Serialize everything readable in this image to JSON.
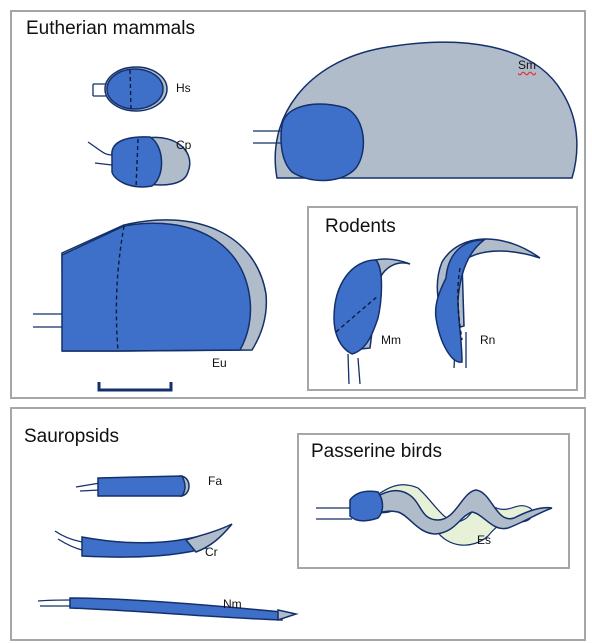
{
  "panels": {
    "eutherian": {
      "title": "Eutherian mammals"
    },
    "rodents": {
      "title": "Rodents"
    },
    "sauropsids": {
      "title": "Sauropsids"
    },
    "passerine": {
      "title": "Passerine birds"
    }
  },
  "species": {
    "hs": "Hs",
    "cp": "Cp",
    "sm": "Sm",
    "eu": "Eu",
    "mm": "Mm",
    "rn": "Rn",
    "fa": "Fa",
    "cr": "Cr",
    "nm": "Nm",
    "es": "Es"
  },
  "colors": {
    "sperm_head": "#3f70c9",
    "acrosome": "#b1bccb",
    "outline": "#13306b",
    "panel_border": "#a6a6a6",
    "passerine_sheath": "#e6f1d8"
  }
}
